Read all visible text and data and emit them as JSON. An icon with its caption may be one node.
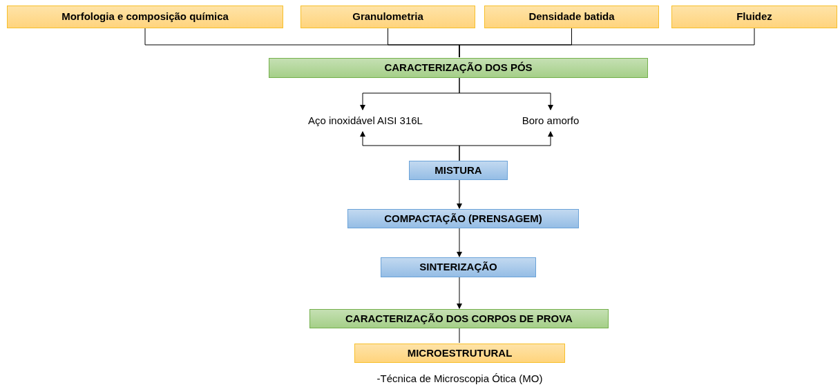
{
  "diagram": {
    "nodes": [
      {
        "text": [
          "Morfologia e composição química"
        ]
      },
      {
        "text": [
          "Granulometria"
        ]
      },
      {
        "text": [
          "Densidade batida"
        ]
      },
      {
        "text": [
          "Fluidez"
        ]
      },
      {
        "text": [
          "CARACTERIZAÇÃO DOS PÓS"
        ]
      },
      {
        "text": [
          "Aço inoxidável AISI 316L"
        ]
      },
      {
        "text": [
          "Boro amorfo"
        ]
      },
      {
        "text": [
          "MISTURA"
        ]
      },
      {
        "text": [
          "COMPACTAÇÃO (PRENSAGEM)"
        ]
      },
      {
        "text": [
          "SINTERIZAÇÃO"
        ]
      },
      {
        "text": [
          "CARACTERIZAÇÃO DOS CORPOS DE PROVA"
        ]
      },
      {
        "text": [
          "MICROESTRUTURAL"
        ],
        "beside": [
          "-Técnica de Microscopia Ótica (MO)"
        ]
      }
    ],
    "edges": [
      {
        "from": 0,
        "to": 4,
        "arrow": "none"
      },
      {
        "from": 1,
        "to": 4,
        "arrow": "none"
      },
      {
        "from": 2,
        "to": 4,
        "arrow": "none"
      },
      {
        "from": 3,
        "to": 4,
        "arrow": "none"
      },
      {
        "from": 4,
        "to": 5,
        "arrow": "to"
      },
      {
        "from": 4,
        "to": 6,
        "arrow": "to"
      },
      {
        "from": 7,
        "to": 5,
        "arrow": "to"
      },
      {
        "from": 7,
        "to": 6,
        "arrow": "to"
      },
      {
        "from": 7,
        "to": 8,
        "arrow": "to"
      },
      {
        "from": 8,
        "to": 9,
        "arrow": "to"
      },
      {
        "from": 9,
        "to": 10,
        "arrow": "to"
      },
      {
        "from": 10,
        "to": 11,
        "arrow": "none"
      }
    ]
  }
}
